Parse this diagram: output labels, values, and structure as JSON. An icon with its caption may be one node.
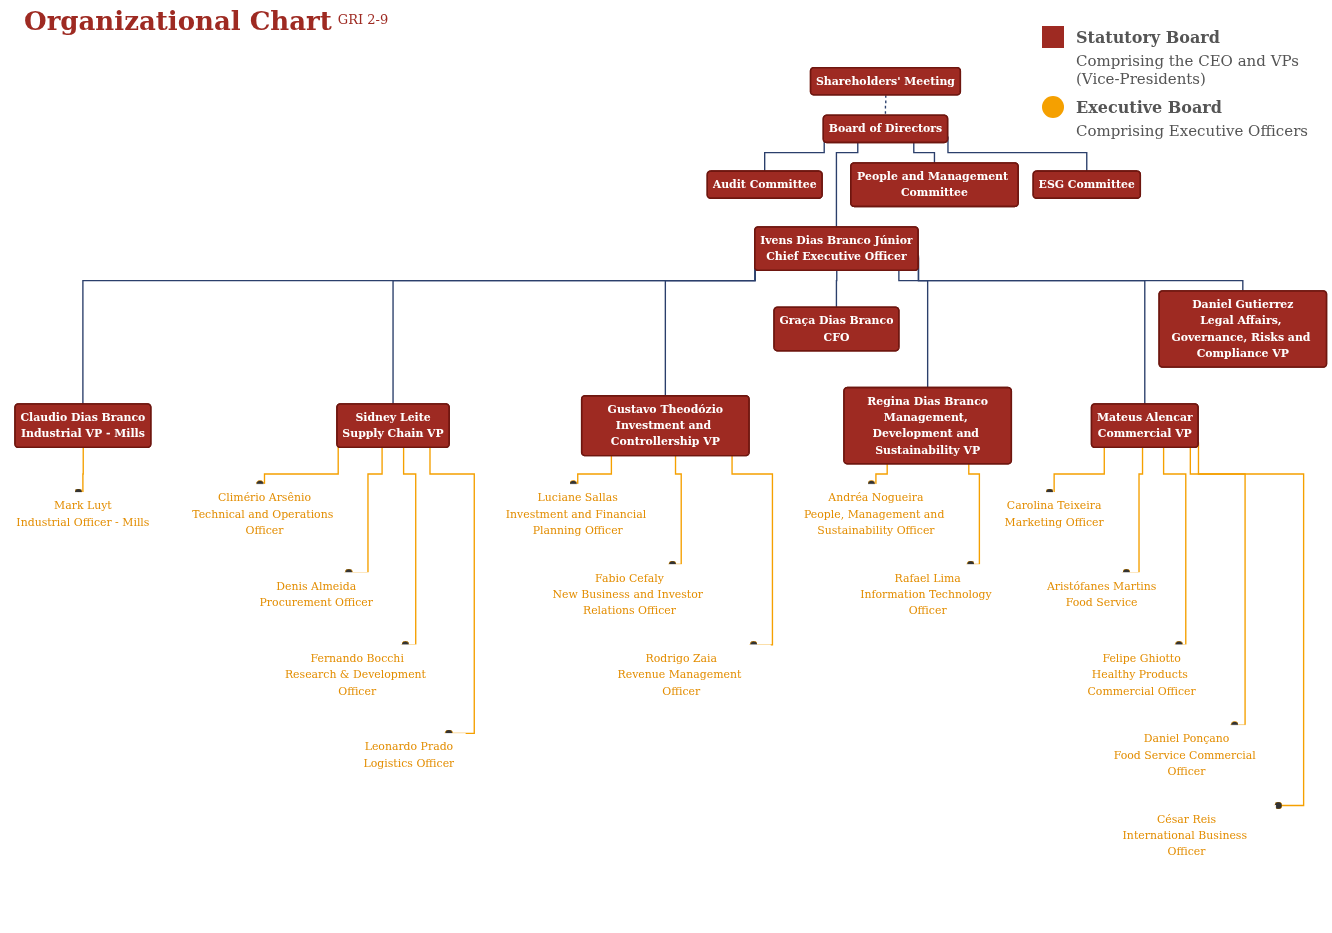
{
  "diagram": {
    "title": "Organizational Chart",
    "nodes": [
      {
        "text": [
          "Shareholders' Meeting"
        ]
      },
      {
        "text": [
          "Board of Directors"
        ]
      },
      {
        "text": [
          "Audit Committee"
        ]
      },
      {
        "text": [
          "People and Management Committee"
        ]
      },
      {
        "text": [
          "ESG Committee"
        ]
      },
      {
        "text": [
          "Ivens Dias Branco Júnior",
          "Chief Executive Officer"
        ]
      },
      {
        "text": [
          "Claudio Dias Branco",
          "Industrial VP - Mills"
        ]
      },
      {
        "text": [
          "Sidney Leite",
          "Supply Chain VP"
        ]
      },
      {
        "text": [
          "Gustavo Theodózio",
          "Investment and Controllership VP"
        ]
      },
      {
        "text": [
          "Graça Dias Branco",
          "CFO"
        ]
      },
      {
        "text": [
          "Regina Dias Branco",
          "Management, Development and Sustainability VP"
        ]
      },
      {
        "text": [
          "Mateus Alencar",
          "Commercial VP"
        ]
      },
      {
        "text": [
          "Daniel Gutierrez",
          "Legal Affairs, Governance, Risks and Compliance VP"
        ]
      },
      {
        "text": [
          "Mark Luyt",
          "Industrial Officer - Mills"
        ]
      },
      {
        "text": [
          "Climério Arsênio",
          "Technical and Operations Officer"
        ]
      },
      {
        "text": [
          "Denis Almeida",
          "Procurement Officer"
        ]
      },
      {
        "text": [
          "Fernando Bocchi",
          "Research & Development Officer"
        ]
      },
      {
        "text": [
          "Leonardo Prado",
          "Logistics Officer"
        ]
      },
      {
        "text": [
          "Luciane Sallas",
          "Investment and Financial Planning Officer"
        ]
      },
      {
        "text": [
          "Fabio Cefaly",
          "New Business and Investor Relations Officer"
        ]
      },
      {
        "text": [
          "Rodrigo Zaia",
          "Revenue Management Officer"
        ]
      },
      {
        "text": [
          "Andréa Nogueira",
          "People, Management and Sustainability Officer"
        ]
      },
      {
        "text": [
          "Rafael Lima",
          "Information Technology Officer"
        ]
      },
      {
        "text": [
          "Carolina Teixeira",
          "Marketing Officer"
        ]
      },
      {
        "text": [
          "Aristófanes Martins",
          "Food Service"
        ]
      },
      {
        "text": [
          "Felipe Ghiotto",
          "Healthy Products Commercial Officer"
        ]
      },
      {
        "text": [
          "Daniel Ponçano",
          "Food Service Commercial Officer"
        ]
      },
      {
        "text": [
          "César Reis",
          "International Business Officer"
        ]
      }
    ],
    "edges": [
      {
        "from": 0,
        "to": 1,
        "arrow": "none",
        "style": "dashed",
        "color": "#2b3f6b"
      },
      {
        "from": 1,
        "to": 2,
        "arrow": "none",
        "color": "#2b3f6b"
      },
      {
        "from": 1,
        "to": 5,
        "arrow": "none",
        "color": "#2b3f6b"
      },
      {
        "from": 1,
        "to": 3,
        "arrow": "none",
        "color": "#2b3f6b"
      },
      {
        "from": 1,
        "to": 4,
        "arrow": "none",
        "color": "#2b3f6b"
      },
      {
        "from": 5,
        "to": 6,
        "arrow": "none",
        "color": "#2b3f6b"
      },
      {
        "from": 5,
        "to": 7,
        "arrow": "none",
        "color": "#2b3f6b"
      },
      {
        "from": 5,
        "to": 8,
        "arrow": "none",
        "color": "#2b3f6b"
      },
      {
        "from": 5,
        "to": 9,
        "arrow": "none",
        "color": "#2b3f6b"
      },
      {
        "from": 5,
        "to": 10,
        "arrow": "none",
        "color": "#2b3f6b"
      },
      {
        "from": 5,
        "to": 11,
        "arrow": "none",
        "color": "#2b3f6b"
      },
      {
        "from": 5,
        "to": 12,
        "arrow": "none",
        "color": "#2b3f6b"
      },
      {
        "from": 6,
        "to": 13,
        "arrow": "other"
      },
      {
        "from": 7,
        "to": 14,
        "arrow": "other"
      },
      {
        "from": 7,
        "to": 15,
        "arrow": "other"
      },
      {
        "from": 7,
        "to": 16,
        "arrow": "other"
      },
      {
        "from": 7,
        "to": 17,
        "arrow": "other"
      },
      {
        "from": 8,
        "to": 18,
        "arrow": "other"
      },
      {
        "from": 8,
        "to": 19,
        "arrow": "other"
      },
      {
        "from": 8,
        "to": 20,
        "arrow": "other"
      },
      {
        "from": 10,
        "to": 21,
        "arrow": "other"
      },
      {
        "from": 10,
        "to": 22,
        "arrow": "other"
      },
      {
        "from": 11,
        "to": 23,
        "arrow": "other"
      },
      {
        "from": 11,
        "to": 24,
        "arrow": "other"
      },
      {
        "from": 11,
        "to": 25,
        "arrow": "other"
      },
      {
        "from": 11,
        "to": 26,
        "arrow": "other"
      },
      {
        "from": 11,
        "to": 27,
        "arrow": "other"
      }
    ],
    "labels": [
      "GRI 2-9",
      "Comprising the CEO and VPs (Vice-Presidents)",
      "Comprising Executive Officers"
    ],
    "legend": [
      {
        "text": "Statutory Board",
        "color": "#9e2a22"
      },
      {
        "text": "Executive Board",
        "color": "#f5a000"
      }
    ]
  }
}
